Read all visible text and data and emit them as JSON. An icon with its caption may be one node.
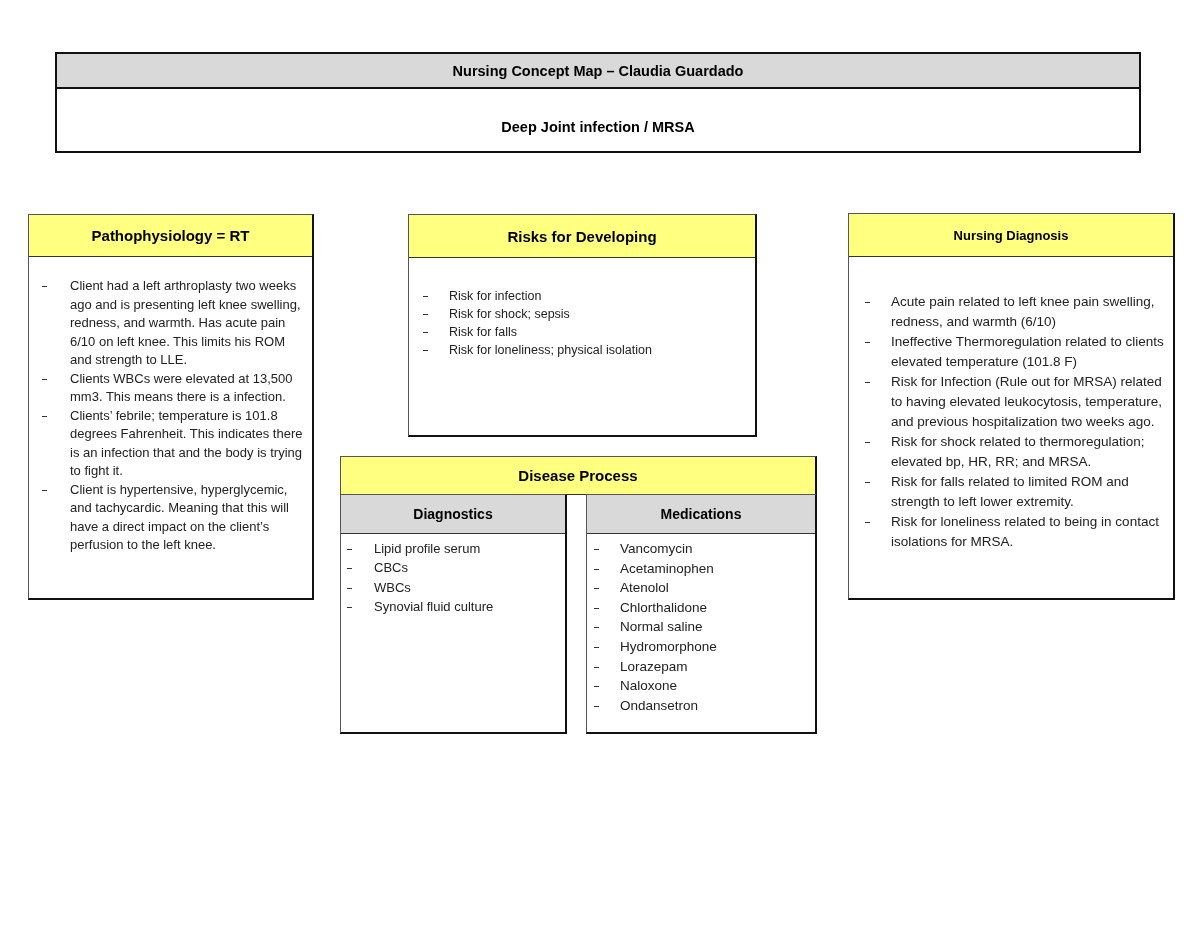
{
  "diagram": {
    "nodes": [
      {
        "text": [
          "Nursing Concept Map – Claudia Guardado"
        ]
      },
      {
        "text": [
          "Deep Joint infection / MRSA"
        ]
      },
      {
        "text": [
          "Pathophysiology = RT",
          "Client had a left arthroplasty two weeks ago and is presenting left knee swelling, redness, and warmth. Has acute pain 6/10 on left knee. This limits his ROM and strength to LLE.",
          "Clients WBCs were elevated at 13,500 mm3. This means there is a infection.",
          "Clients’ febrile; temperature is 101.8 degrees Fahrenheit. This indicates there is an infection that and the body is trying to fight it.",
          "Client is hypertensive, hyperglycemic, and tachycardic. Meaning that this will have a direct impact on the client’s perfusion to the left knee."
        ]
      },
      {
        "text": [
          "Risks for Developing",
          "Risk for infection",
          "Risk for shock; sepsis",
          "Risk for falls",
          "Risk for loneliness; physical isolation"
        ]
      },
      {
        "text": [
          "Nursing Diagnosis",
          "Acute pain related to left knee pain swelling, redness, and warmth (6/10)",
          "Ineffective Thermoregulation related to clients elevated temperature (101.8 F)",
          "Risk for Infection (Rule out for MRSA) related to having elevated leukocytosis, temperature, and previous hospitalization two weeks ago.",
          "Risk for shock related to thermoregulation; elevated bp, HR, RR; and MRSA.",
          "Risk for falls related to limited ROM and strength to left lower extremity.",
          "Risk for loneliness related to being in contact isolations for MRSA."
        ]
      },
      {
        "text": [
          "Disease Process"
        ]
      },
      {
        "text": [
          "Diagnostics",
          "Lipid profile serum",
          "CBCs",
          "WBCs",
          "Synovial fluid culture"
        ]
      },
      {
        "text": [
          "Medications",
          "Vancomycin",
          "Acetaminophen",
          "Atenolol",
          "Chlorthalidone",
          "Normal saline",
          "Hydromorphone",
          "Lorazepam",
          "Naloxone",
          "Ondansetron"
        ]
      }
    ]
  }
}
